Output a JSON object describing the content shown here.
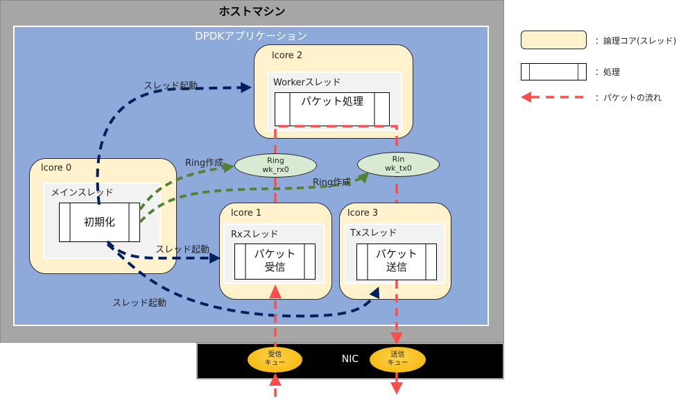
{
  "host": {
    "title": "ホストマシン"
  },
  "app": {
    "title": "DPDKアプリケーション"
  },
  "lcores": [
    {
      "label": "lcore 0",
      "thread": "メインスレッド",
      "process": [
        "初期化"
      ]
    },
    {
      "label": "lcore 1",
      "thread": "Rxスレッド",
      "process": [
        "パケット",
        "受信"
      ]
    },
    {
      "label": "lcore 2",
      "thread": "Workerスレッド",
      "process": [
        "パケット処理"
      ]
    },
    {
      "label": "lcore 3",
      "thread": "Txスレッド",
      "process": [
        "パケット",
        "送信"
      ]
    }
  ],
  "rings": [
    {
      "line1": "Ring",
      "line2": "wk_rx0"
    },
    {
      "line1": "Rin",
      "line2": "wk_tx0"
    }
  ],
  "edge_labels": {
    "thread_start_top": "スレッド起動",
    "thread_start_mid": "スレッド起動",
    "thread_start_bottom": "スレッド起動",
    "ring_create_1": "Ring作成",
    "ring_create_2": "Ring作成"
  },
  "nic": {
    "label": "NIC",
    "rx_queue": [
      "受信",
      "キュー"
    ],
    "tx_queue": [
      "送信",
      "キュー"
    ]
  },
  "legend": {
    "core": "：論理コア(スレッド)",
    "process": "：処理",
    "packet_flow": "：パケットの流れ"
  },
  "colors": {
    "thread_start_arrow": "#002060",
    "ring_create_arrow": "#548235",
    "packet_flow_arrow": "#ff4d4d",
    "lcore_fill": "#fff2cc",
    "app_fill": "#8eaadb",
    "ring_fill": "#d9ead3",
    "queue_fill": "#ffc000"
  }
}
